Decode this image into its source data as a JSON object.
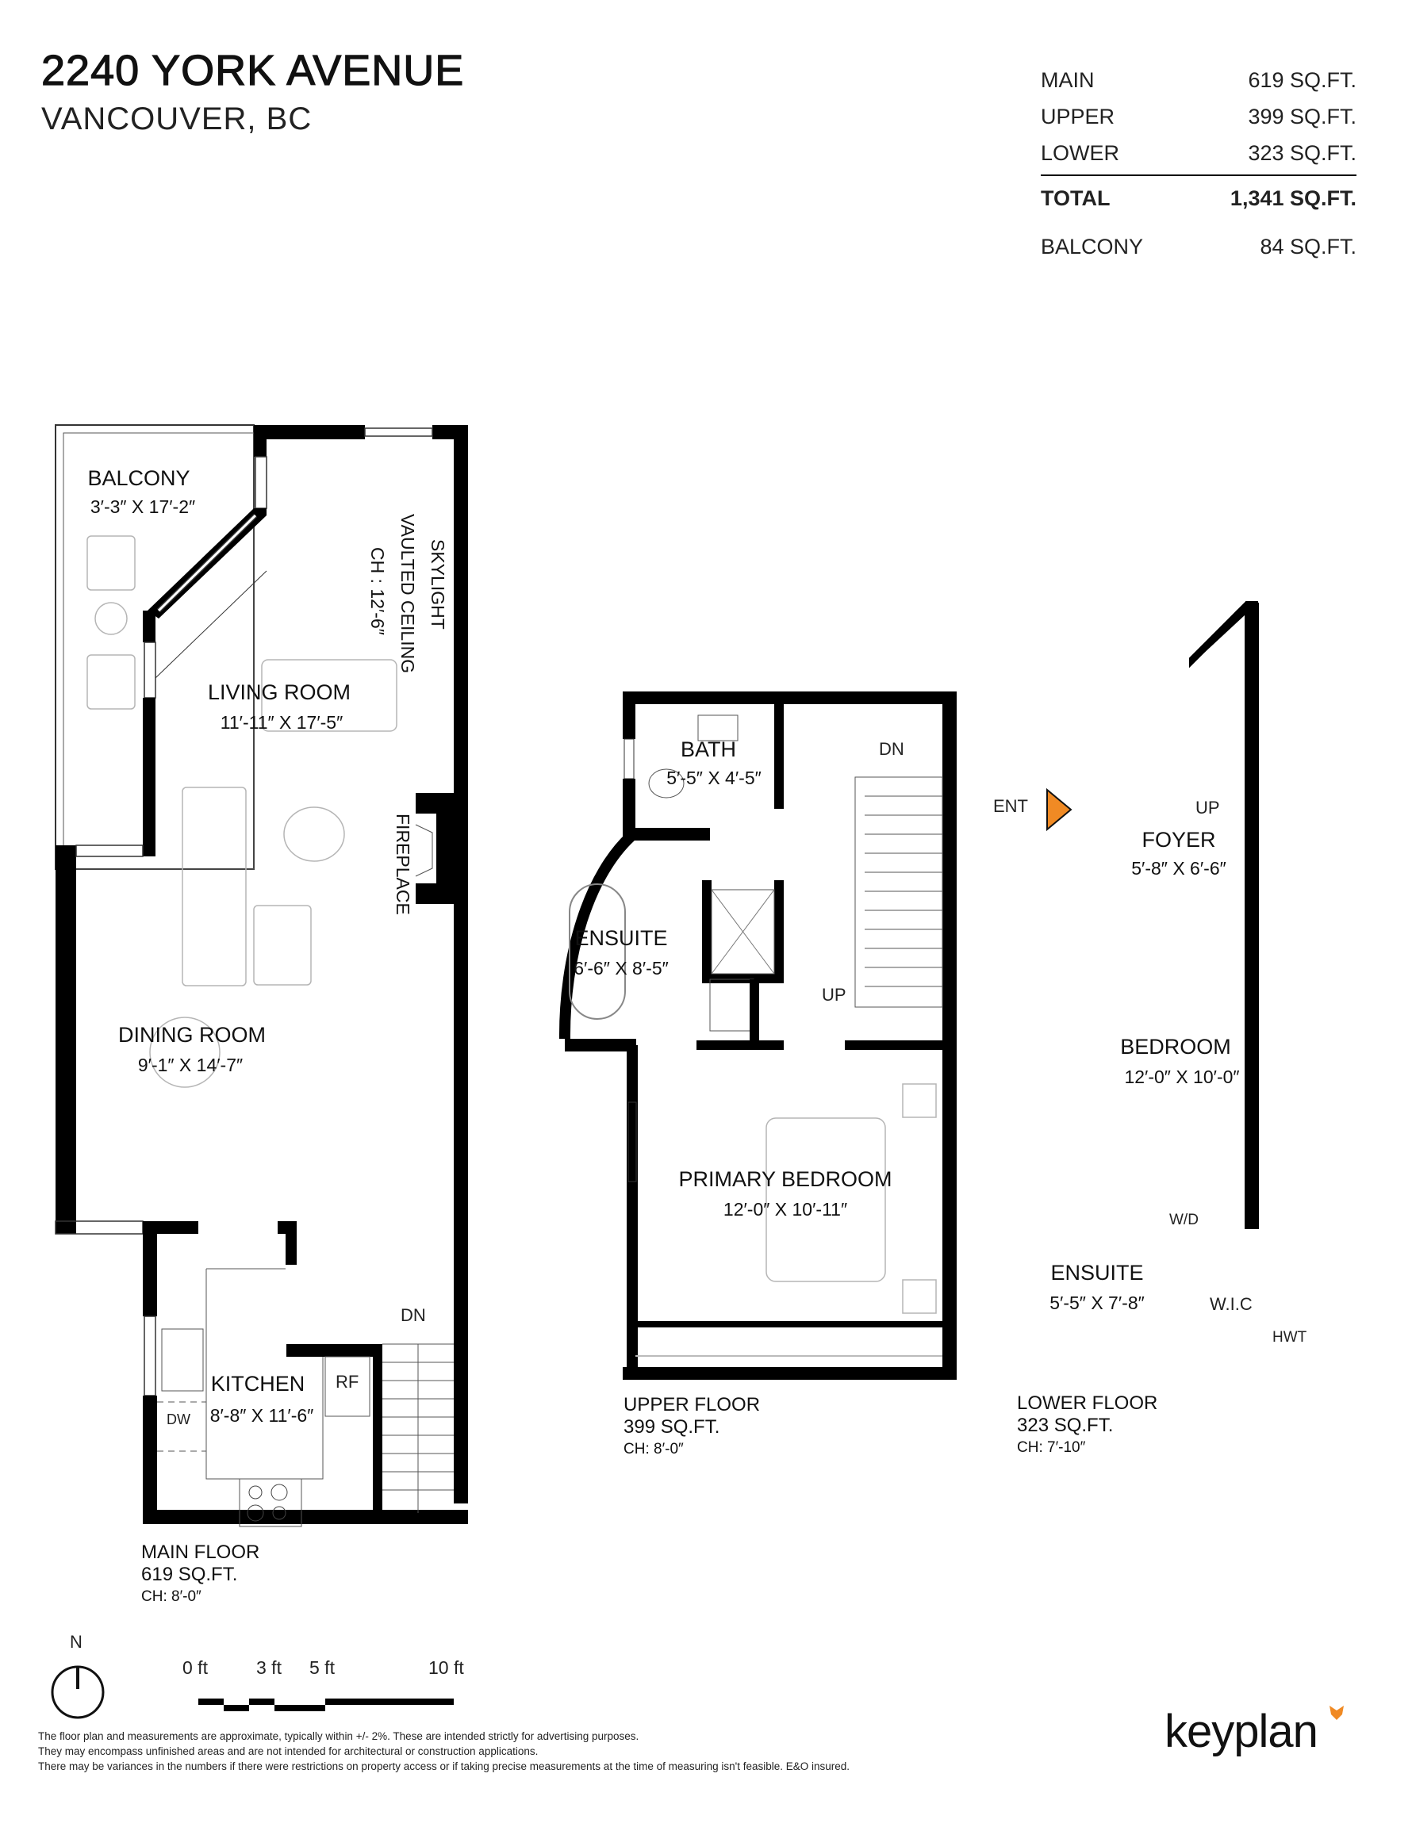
{
  "header": {
    "address": "2240 YORK AVENUE",
    "city": "VANCOUVER, BC"
  },
  "area_summary": {
    "rows": [
      {
        "label": "MAIN",
        "value": "619 SQ.FT."
      },
      {
        "label": "UPPER",
        "value": "399 SQ.FT."
      },
      {
        "label": "LOWER",
        "value": "323 SQ.FT."
      }
    ],
    "total": {
      "label": "TOTAL",
      "value": "1,341 SQ.FT."
    },
    "balcony": {
      "label": "BALCONY",
      "value": "84 SQ.FT."
    }
  },
  "main_floor": {
    "caption": {
      "name": "MAIN FLOOR",
      "area": "619 SQ.FT.",
      "ch": "CH: 8′-0″"
    },
    "rooms": [
      {
        "name": "BALCONY",
        "dims": "3′-3″ X 17′-2″"
      },
      {
        "name": "LIVING ROOM",
        "dims": "11′-11″  X  17′-5″"
      },
      {
        "name": "DINING ROOM",
        "dims": "9′-1″  X  14′-7″"
      },
      {
        "name": "KITCHEN",
        "dims": "8′-8″  X  11′-6″"
      }
    ],
    "notes": {
      "skylight": "SKYLIGHT",
      "vaulted": "VAULTED CEILING",
      "ch_living": "CH : 12′-6″",
      "fireplace": "FIREPLACE",
      "stairs": "DN",
      "fridge": "RF",
      "dishwasher": "DW"
    }
  },
  "upper_floor": {
    "caption": {
      "name": "UPPER FLOOR",
      "area": "399 SQ.FT.",
      "ch": "CH: 8′-0″"
    },
    "rooms": [
      {
        "name": "BATH",
        "dims": "5′-5″ X 4′-5″"
      },
      {
        "name": "ENSUITE",
        "dims": "6′-6″  X  8′-5″"
      },
      {
        "name": "PRIMARY BEDROOM",
        "dims": "12′-0″  X  10′-11″"
      }
    ],
    "notes": {
      "stairs_down": "DN",
      "stairs_up": "UP"
    }
  },
  "lower_floor": {
    "caption": {
      "name": "LOWER FLOOR",
      "area": "323 SQ.FT.",
      "ch": "CH: 7′-10″"
    },
    "rooms": [
      {
        "name": "FOYER",
        "dims": "5′-8″  X  6′-6″"
      },
      {
        "name": "BEDROOM",
        "dims": "12′-0″  X  10′-0″"
      },
      {
        "name": "ENSUITE",
        "dims": "5′-5″ X 7′-8″"
      },
      {
        "name": "W.I.C",
        "dims": ""
      }
    ],
    "notes": {
      "entrance": "ENT",
      "stairs_up": "UP",
      "laundry": "W/D",
      "water_tank": "HWT"
    }
  },
  "legend": {
    "north": "N",
    "scale": [
      "0 ft",
      "3 ft",
      "5 ft",
      "10 ft"
    ]
  },
  "disclaimer": [
    "The floor plan and measurements are approximate, typically within +/- 2%. These are intended strictly for advertising purposes.",
    "They may encompass unfinished areas and are not intended for architectural or construction applications.",
    "There may be variances in the numbers if there were restrictions on property access or if taking precise measurements at the time of measuring isn't feasible. E&O insured."
  ],
  "brand": {
    "name": "keyplan",
    "accent": "#f08a24"
  },
  "colors": {
    "wall": "#000000",
    "furniture": "#b5b5b5",
    "entry_arrow": "#f08a24"
  }
}
